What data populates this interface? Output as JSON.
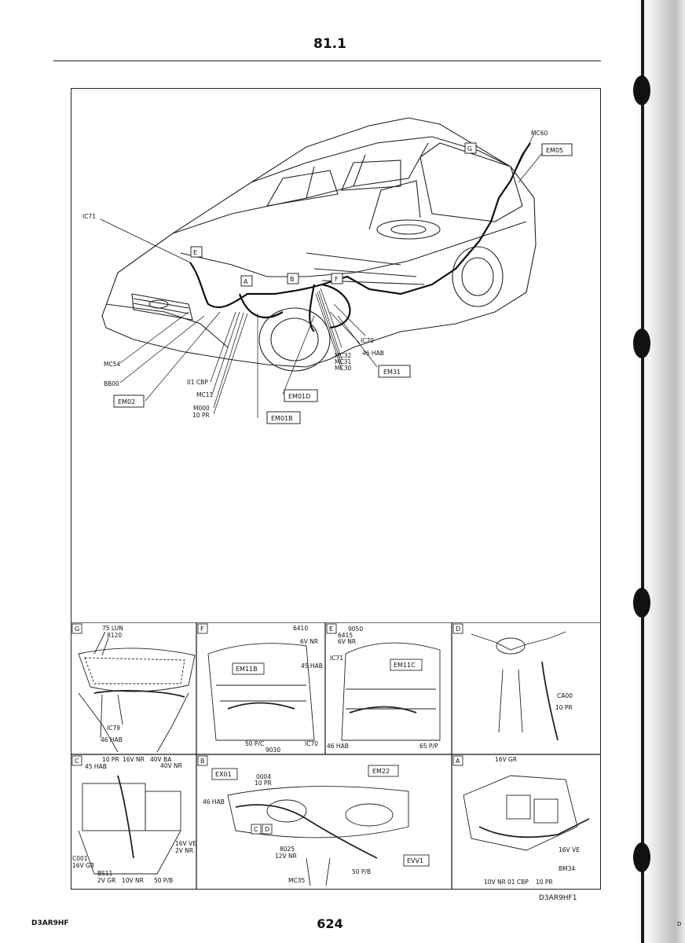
{
  "header": {
    "section_number": "81.1"
  },
  "footer": {
    "doc_code": "D3AR9HF",
    "page_number": "624",
    "drawing_ref": "D3AR9HF1",
    "corner_mark": "D"
  },
  "overview": {
    "location_letters": [
      "A",
      "B",
      "E",
      "F",
      "G"
    ],
    "connector_boxes": [
      "EM05",
      "EM31",
      "EM01D",
      "EM01B",
      "EM02"
    ],
    "labels": [
      "MC60",
      "IC71",
      "IC70",
      "46 HAB",
      "MC32",
      "MC31",
      "MC30",
      "MC54",
      "BB00",
      "01 CBP",
      "MC11",
      "M000",
      "10 PR"
    ]
  },
  "details": {
    "G": {
      "letter": "G",
      "labels": [
        "75 LUN",
        "8120",
        "IC79",
        "46 HAB"
      ]
    },
    "F": {
      "letter": "F",
      "box": "EM11B",
      "labels": [
        "6410",
        "6V NR",
        "45 HAB",
        "50 P/C",
        "9030",
        "IC70"
      ]
    },
    "E": {
      "letter": "E",
      "box": "EM11C",
      "labels": [
        "9050",
        "6415",
        "6V NR",
        "IC71",
        "46 HAB",
        "65 P/P"
      ]
    },
    "D": {
      "letter": "D",
      "labels": [
        "CA00",
        "10 PR"
      ]
    },
    "C": {
      "letter": "C",
      "labels": [
        "10 PR",
        "16V NR",
        "40V BA",
        "45 HAB",
        "40V NR",
        "16V VE",
        "2V NR",
        "C001",
        "16V GR",
        "BS11",
        "2V GR",
        "10V NR",
        "50 P/B"
      ]
    },
    "B": {
      "letter": "B",
      "boxes": [
        "EX01",
        "EM22",
        "EVV1"
      ],
      "sub_letters": [
        "C",
        "D"
      ],
      "labels": [
        "0004",
        "10 PR",
        "46 HAB",
        "8025",
        "12V NR",
        "50 P/B",
        "MC35"
      ]
    },
    "A": {
      "letter": "A",
      "labels": [
        "16V GR",
        "16V VE",
        "BM34",
        "10V NR",
        "01 CBP",
        "10 PR"
      ]
    }
  }
}
